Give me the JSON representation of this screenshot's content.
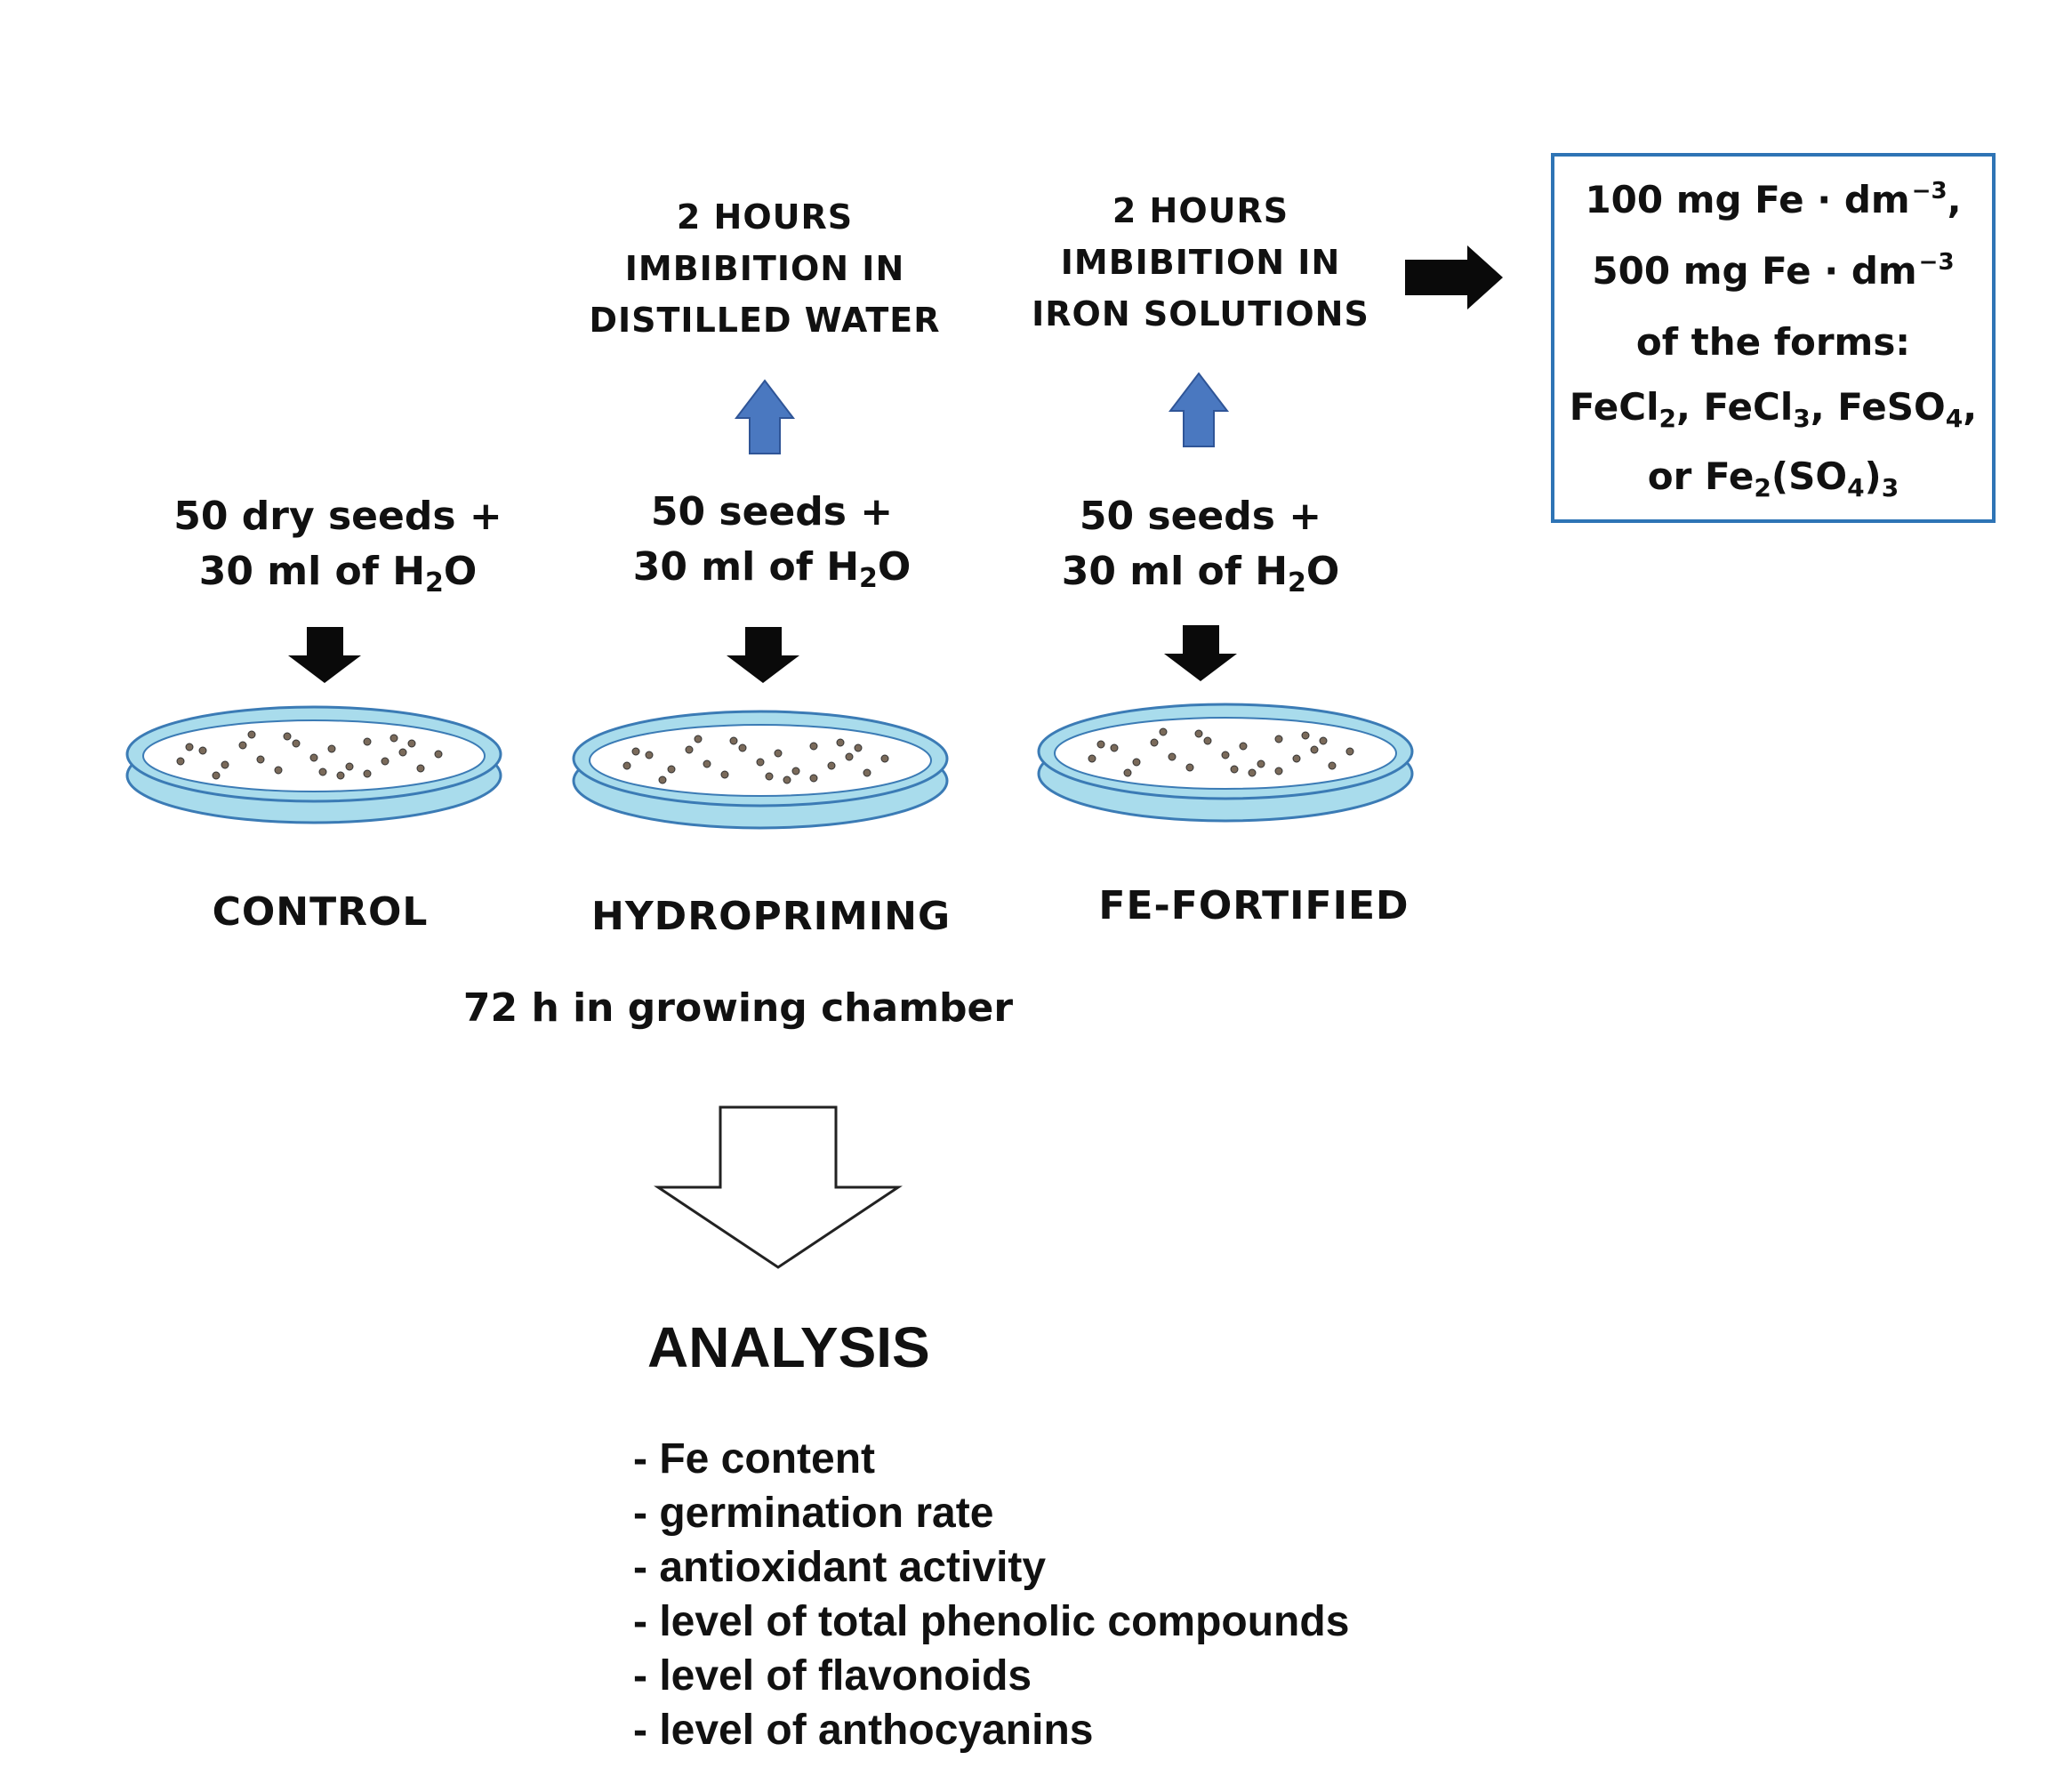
{
  "imbibition": {
    "water": [
      "2 HOURS",
      "IMBIBITION IN",
      "DISTILLED WATER"
    ],
    "iron": [
      "2 HOURS",
      "IMBIBITION IN",
      "IRON SOLUTIONS"
    ]
  },
  "concentration_box": {
    "line1_a": "100 mg Fe · dm",
    "line1_sup": "−3",
    "line1_b": ",",
    "line2_a": "500 mg Fe · dm",
    "line2_sup": "−3",
    "line3": "of the forms:",
    "line4_p1": "FeCl",
    "line4_s1": "2",
    "line4_p2": ", FeCl",
    "line4_s2": "3",
    "line4_p3": ", FeSO",
    "line4_s3": "4",
    "line4_p4": ",",
    "line5_p1": "or Fe",
    "line5_s1": "2",
    "line5_p2": "(SO",
    "line5_s2": "4",
    "line5_p3": ")",
    "line5_s3": "3"
  },
  "seed_labels": {
    "control": {
      "l1": "50 dry seeds +",
      "l2a": "30 ml of H",
      "l2sub": "2",
      "l2b": "O"
    },
    "hydropriming": {
      "l1": "50 seeds +",
      "l2a": "30 ml of H",
      "l2sub": "2",
      "l2b": "O"
    },
    "fortified": {
      "l1": "50 seeds +",
      "l2a": "30 ml of H",
      "l2sub": "2",
      "l2b": "O"
    }
  },
  "groups": {
    "control": "CONTROL",
    "hydropriming": "HYDROPRIMING",
    "fortified": "FE-FORTIFIED"
  },
  "incubation": "72 h in growing chamber",
  "analysis": {
    "title": "ANALYSIS",
    "items": [
      "- Fe content",
      "- germination rate",
      "- antioxidant activity",
      "- level of total phenolic compounds",
      "- level of flavonoids",
      "- level of anthocyanins"
    ]
  },
  "colors": {
    "dish_fill": "#a9dcec",
    "dish_stroke": "#3b7bb5",
    "blue_arrow": "#4a78c0",
    "black_arrow": "#0a0a0a",
    "box_border": "#2e74b5"
  }
}
